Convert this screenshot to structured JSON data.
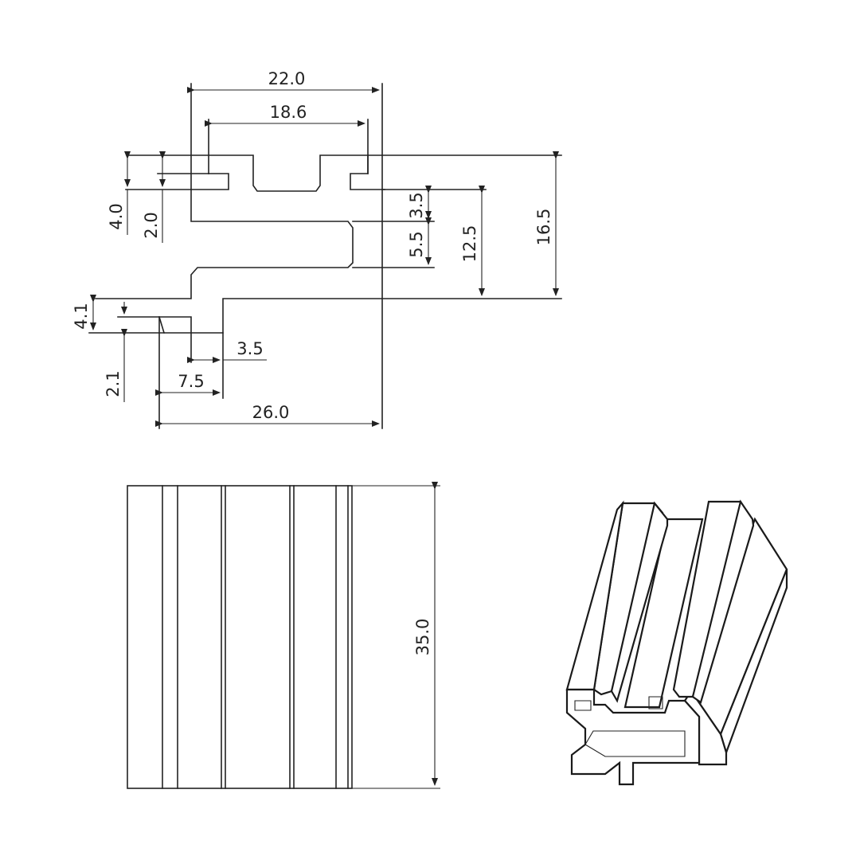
{
  "top_view": {
    "dims": {
      "d_22_0": "22.0",
      "d_18_6": "18.6",
      "d_16_5": "16.5",
      "d_12_5": "12.5",
      "d_3_5_right": "3.5",
      "d_5_5": "5.5",
      "d_4_0": "4.0",
      "d_2_0": "2.0",
      "d_4_1": "4.1",
      "d_2_1": "2.1",
      "d_3_5_bottom": "3.5",
      "d_7_5": "7.5",
      "d_26_0": "26.0"
    }
  },
  "front_view": {
    "dims": {
      "d_35_0": "35.0"
    }
  },
  "colors": {
    "line": "#222222",
    "background": "#ffffff"
  }
}
